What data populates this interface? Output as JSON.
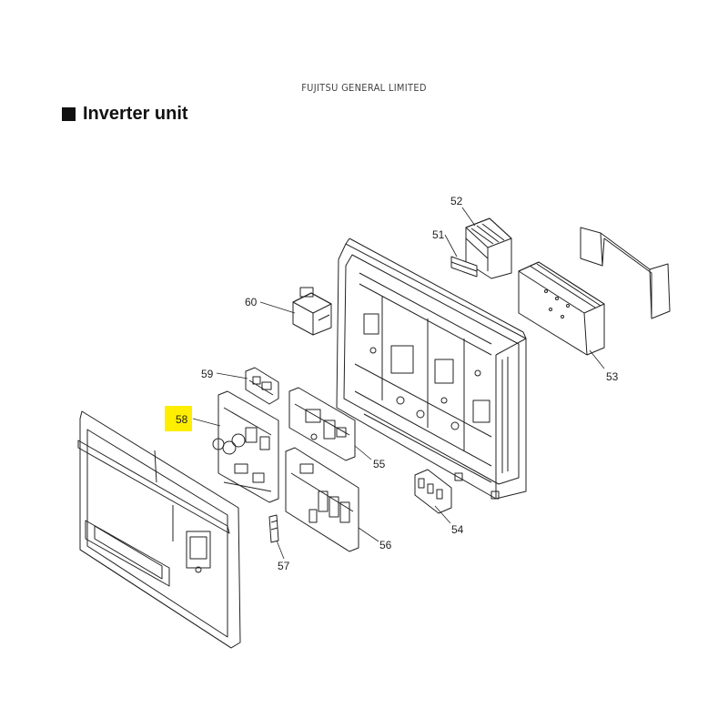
{
  "header": {
    "company": "FUJITSU GENERAL LIMITED"
  },
  "title": {
    "text": "Inverter unit"
  },
  "highlight_color": "#ffee00",
  "parts": [
    {
      "id": "p51",
      "number": "51"
    },
    {
      "id": "p52",
      "number": "52"
    },
    {
      "id": "p53",
      "number": "53"
    },
    {
      "id": "p54",
      "number": "54"
    },
    {
      "id": "p55",
      "number": "55"
    },
    {
      "id": "p56",
      "number": "56"
    },
    {
      "id": "p57",
      "number": "57"
    },
    {
      "id": "p58",
      "number": "58",
      "highlighted": true
    },
    {
      "id": "p59",
      "number": "59"
    },
    {
      "id": "p60",
      "number": "60"
    }
  ]
}
